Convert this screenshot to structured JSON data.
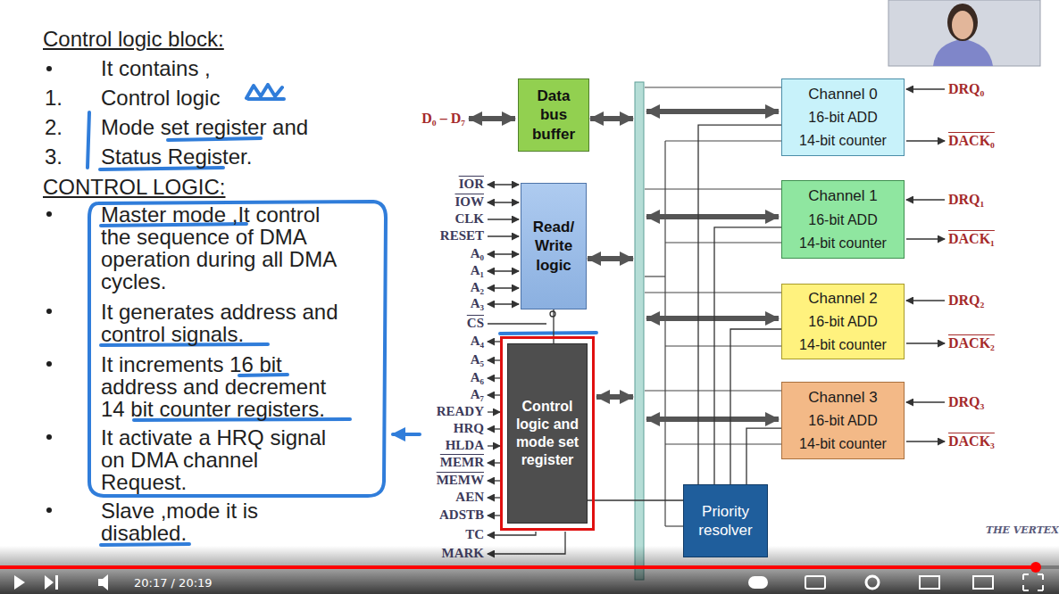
{
  "diagram": {
    "nodes": [
      {
        "text": [
          "Data bus buffer"
        ]
      },
      {
        "text": [
          "Read/ Write logic"
        ]
      },
      {
        "text": [
          "Control logic and mode set register"
        ]
      },
      {
        "text": [
          "Channel 0",
          "16-bit ADD",
          "14-bit counter"
        ]
      },
      {
        "text": [
          "Channel 1",
          "16-bit ADD",
          "14-bit counter"
        ]
      },
      {
        "text": [
          "Channel 2",
          "16-bit ADD",
          "14-bit counter"
        ]
      },
      {
        "text": [
          "Channel 3",
          "16-bit ADD",
          "14-bit counter"
        ]
      },
      {
        "text": [
          "Priority resolver"
        ]
      }
    ],
    "edges": [
      {
        "from": 1,
        "to": 2,
        "arrow": "none"
      },
      {
        "from": 3,
        "to": 7,
        "arrow": "none"
      },
      {
        "from": 4,
        "to": 7,
        "arrow": "none"
      },
      {
        "from": 5,
        "to": 7,
        "arrow": "none"
      },
      {
        "from": 6,
        "to": 7,
        "arrow": "none"
      },
      {
        "from": 7,
        "to": 2,
        "arrow": "none"
      }
    ],
    "labels": [
      "Control logic block:",
      "It contains ,",
      "1.",
      "Control logic",
      "2.",
      "Mode set register and",
      "3.",
      "Status Register.",
      "CONTROL LOGIC:",
      "Master mode ,It control the sequence of DMA operation during all DMA cycles.",
      "It generates address and control signals.",
      "It increments 16 bit address and decrement 14 bit counter registers.",
      "It activate a HRQ signal on DMA channel Request.",
      "Slave ,mode it is disabled.",
      "D₀ – D₇",
      "IOR",
      "IOW",
      "CLK",
      "RESET",
      "A₀",
      "A₁",
      "A₂",
      "A₃",
      "CS",
      "A₄",
      "A₅",
      "A₆",
      "A₇",
      "READY",
      "HRQ",
      "HLDA",
      "MEMR",
      "MEMW",
      "AEN",
      "ADSTB",
      "TC",
      "MARK",
      "DRQ₀",
      "DACK₀",
      "DRQ₁",
      "DACK₁",
      "DRQ₂",
      "DACK₂",
      "DRQ₃",
      "DACK₃",
      "THE VERTEX",
      "20:17 / 20:19"
    ]
  }
}
